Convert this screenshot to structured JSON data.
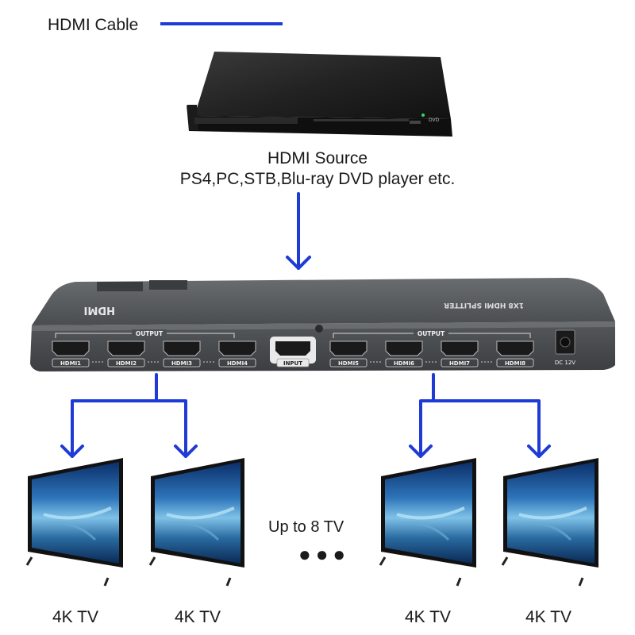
{
  "legend": {
    "label": "HDMI Cable",
    "line_color": "#1f3bd6"
  },
  "source": {
    "title": "HDMI Source",
    "subtitle": "PS4,PC,STB,Blu-ray DVD player etc.",
    "player_text": "DVD"
  },
  "splitter": {
    "brand": "HDMI",
    "product": "1X8 HDMI SPLITTER",
    "output_label": "OUTPUT",
    "input_label": "INPUT",
    "power_label": "DC 12V",
    "ports_left": [
      "HDMI1",
      "HDMI2",
      "HDMI3",
      "HDMI4"
    ],
    "ports_right": [
      "HDMI5",
      "HDMI6",
      "HDMI7",
      "HDMI8"
    ]
  },
  "tvs": {
    "label": "4K TV",
    "count_text": "Up to 8 TV",
    "dots": "●●●"
  },
  "colors": {
    "arrow": "#1f3bd6",
    "device_body": "#5a5d60"
  }
}
